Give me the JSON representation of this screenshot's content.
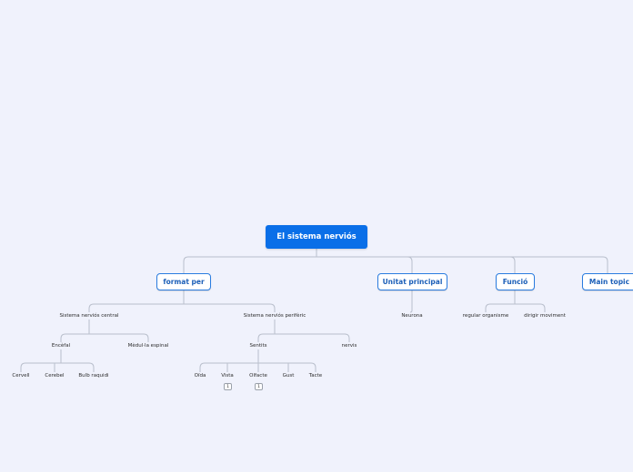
{
  "root": {
    "label": "El sistema nerviós"
  },
  "main_topics": {
    "format_per": "format per",
    "unitat_principal": "Unitat principal",
    "funcio": "Funció",
    "main_topic": "Main topic"
  },
  "subtopics": {
    "snc": "Sistema nerviós central",
    "snp": "Sistema nerviós perifèric",
    "neurona": "Neurona",
    "regular": "regular organisme",
    "dirigir": "dirigir moviment",
    "encefal": "Encèfal",
    "medula": "Mèdul·la espinal",
    "sentits": "Sentits",
    "nervis": "nervis",
    "cervell": "Cervell",
    "cerebel": "Cerebel",
    "bulb": "Bulb raquidi",
    "oida": "Oïda",
    "vista": "Vista",
    "olfacte": "Olfacte",
    "gust": "Gust",
    "tacte": "Tacte"
  },
  "badges": {
    "vista_count": "1",
    "olfacte_count": "1"
  },
  "colors": {
    "background": "#f0f2fc",
    "root_fill": "#0a6fe8",
    "topic_border": "#2a7ce0",
    "connector": "#b9bfcc"
  }
}
